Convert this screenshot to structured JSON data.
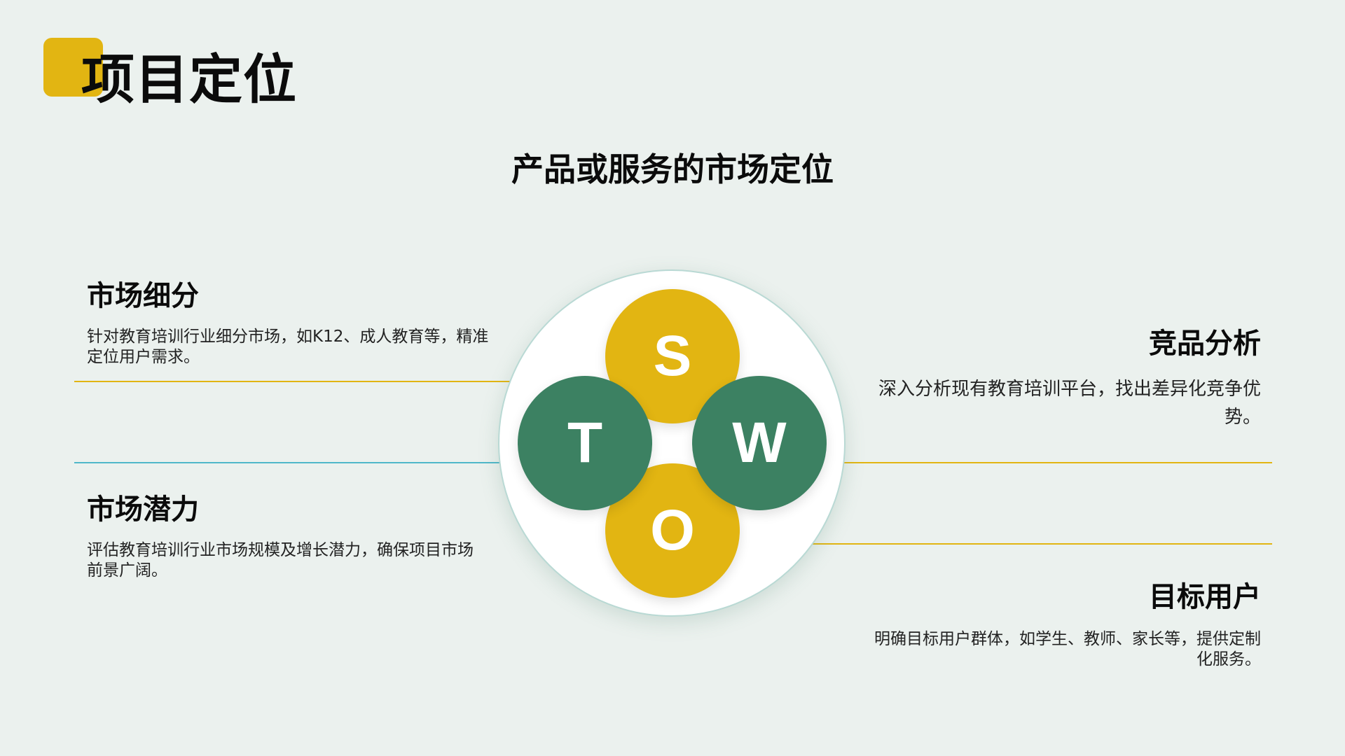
{
  "header": {
    "title": "项目定位",
    "subtitle": "产品或服务的市场定位",
    "accent_color": "#e2b512"
  },
  "blocks": {
    "market_segment": {
      "title": "市场细分",
      "text": "针对教育培训行业细分市场，如K12、成人教育等，精准定位用户需求。"
    },
    "market_potential": {
      "title": "市场潜力",
      "text": "评估教育培训行业市场规模及增长潜力，确保项目市场前景广阔。"
    },
    "competitor_analysis": {
      "title": "竞品分析",
      "text": "深入分析现有教育培训平台，找出差异化竞争优势。"
    },
    "target_users": {
      "title": "目标用户",
      "text": "明确目标用户群体，如学生、教师、家长等，提供定制化服务。"
    }
  },
  "swot": {
    "s": "S",
    "w": "W",
    "o": "O",
    "t": "T",
    "colors": {
      "yellow": "#e2b512",
      "green": "#3c8162"
    }
  },
  "colors": {
    "background": "#ebf1ee",
    "line_yellow": "#e2b512",
    "line_blue": "#4fb7c9"
  }
}
